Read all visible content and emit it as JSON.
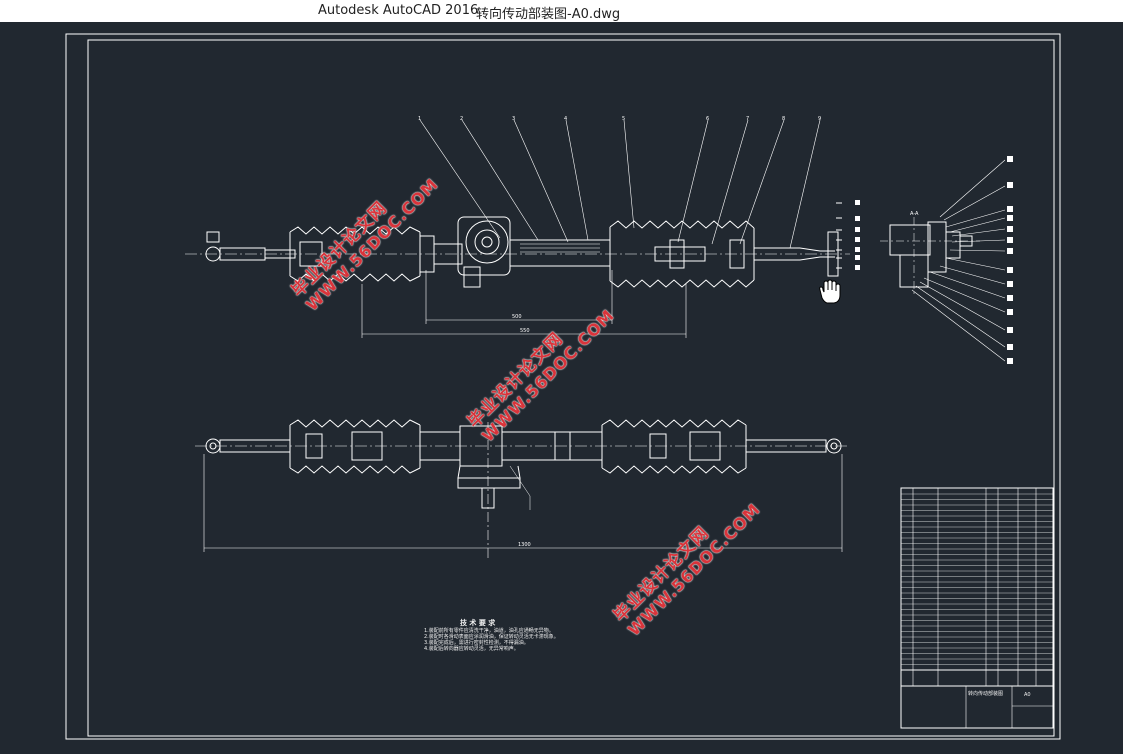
{
  "window": {
    "app_name": "Autodesk AutoCAD 2016",
    "document_title": "转向传动部装图-A0.dwg"
  },
  "drawing": {
    "technical_requirements_title": "技 术 要 求",
    "requirements": [
      "1.装配前所有零件应清洗干净，油道，油孔应通畅无异物。",
      "2.装配时各滑动表面应涂润滑油，保证转动灵活无卡滞现象。",
      "3.装配完成后，需进行密封性检测，不得漏油。",
      "4.装配后转向器应转动灵活，无异常响声。"
    ],
    "title_block": {
      "drawing_name": "转向传动部装图",
      "code": "A0"
    },
    "section_label": "A-A",
    "dimensions": [
      "500",
      "550",
      "1300"
    ],
    "part_balloons": [
      "1",
      "2",
      "3",
      "4",
      "5",
      "6",
      "7",
      "8",
      "9"
    ]
  },
  "watermarks": [
    {
      "line1": "毕业设计论文网",
      "line2": "WWW.56DOC.COM"
    },
    {
      "line1": "毕业设计论文网",
      "line2": "WWW.56DOC.COM"
    },
    {
      "line1": "毕业设计论文网",
      "line2": "WWW.56DOC.COM"
    }
  ],
  "colors": {
    "background": "#212830",
    "lines": "#ffffff",
    "watermark": "#d9343b"
  },
  "icons": {
    "cursor": "pan-hand-icon"
  }
}
